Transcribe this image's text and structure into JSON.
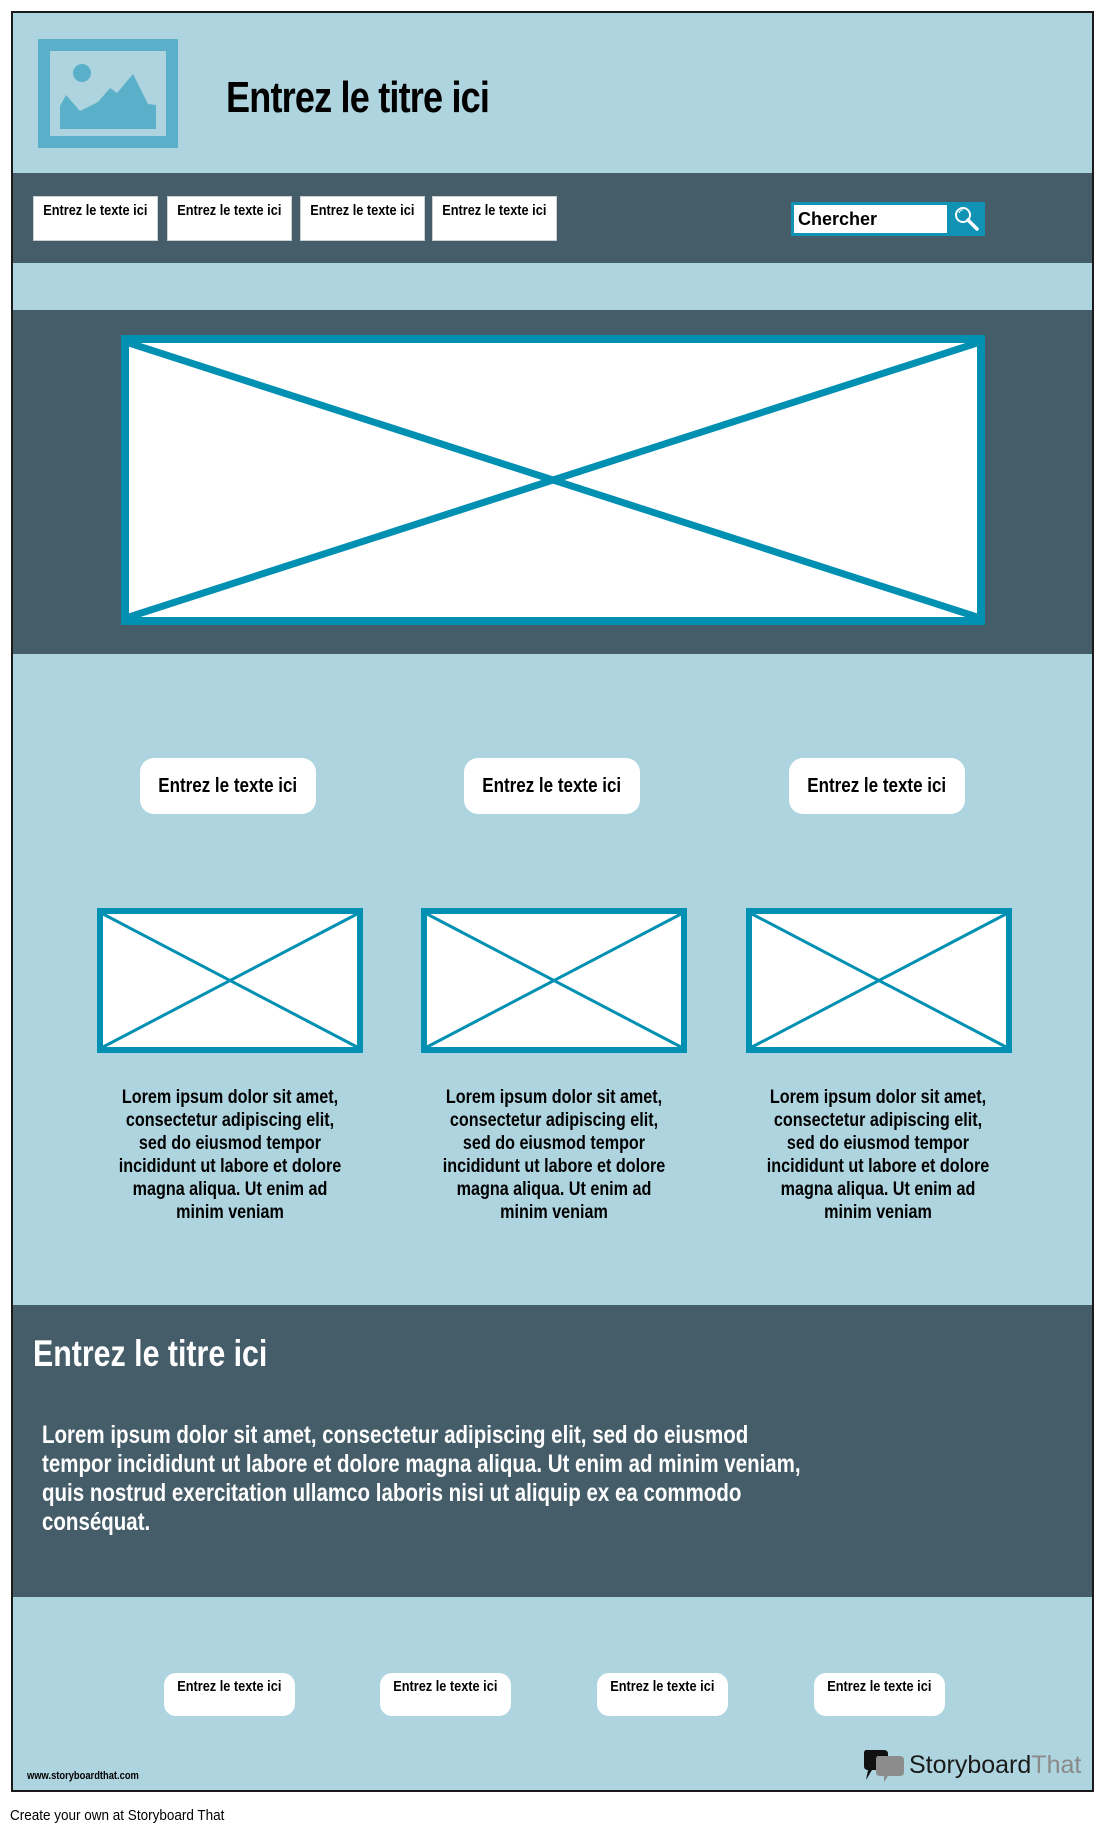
{
  "header": {
    "logo_icon": "image-placeholder-icon",
    "title": "Entrez le titre ici"
  },
  "nav": {
    "items": [
      {
        "label": "Entrez le texte ici"
      },
      {
        "label": "Entrez le texte ici"
      },
      {
        "label": "Entrez le texte ici"
      },
      {
        "label": "Entrez le texte ici"
      }
    ],
    "search": {
      "value": "Chercher",
      "icon": "search-icon"
    }
  },
  "hero": {
    "image_icon": "image-placeholder-x"
  },
  "features": {
    "buttons": [
      {
        "label": "Entrez le texte ici"
      },
      {
        "label": "Entrez le texte ici"
      },
      {
        "label": "Entrez le texte ici"
      }
    ],
    "cards": [
      {
        "text": "Lorem ipsum dolor sit amet, consectetur adipiscing elit, sed do eiusmod tempor incididunt ut labore et dolore magna aliqua. Ut enim ad minim veniam"
      },
      {
        "text": "Lorem ipsum dolor sit amet, consectetur adipiscing elit, sed do eiusmod tempor incididunt ut labore et dolore magna aliqua. Ut enim ad minim veniam"
      },
      {
        "text": "Lorem ipsum dolor sit amet, consectetur adipiscing elit, sed do eiusmod tempor incididunt ut labore et dolore magna aliqua. Ut enim ad minim veniam"
      }
    ]
  },
  "about": {
    "title": "Entrez le titre ici",
    "text": "Lorem ipsum dolor sit amet, consectetur adipiscing elit, sed do eiusmod tempor incididunt ut labore et dolore magna aliqua. Ut enim ad minim veniam, quis nostrud exercitation ullamco laboris nisi ut aliquip ex ea commodo conséquat."
  },
  "footer": {
    "links": [
      {
        "label": "Entrez le texte ici"
      },
      {
        "label": "Entrez le texte ici"
      },
      {
        "label": "Entrez le texte ici"
      },
      {
        "label": "Entrez le texte ici"
      }
    ],
    "url": "www.storyboardthat.com",
    "brand_part1": "Storyboard",
    "brand_part2": "That"
  },
  "attribution": "Create your own at Storyboard That",
  "colors": {
    "light_bg": "#AED4DF",
    "dark_bg": "#455C69",
    "accent": "#0090B2",
    "logo": "#5BB0C9"
  }
}
